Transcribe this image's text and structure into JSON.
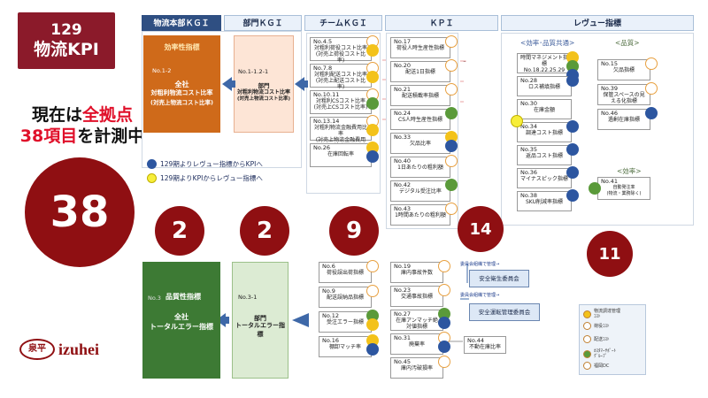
{
  "title": {
    "line1": "129",
    "line2": "物流KPI"
  },
  "status": {
    "line1_prefix": "現在は",
    "line1_red": "全拠点",
    "line2_red": "38項目",
    "line2_suffix": "を計測中"
  },
  "total_count": "38",
  "headers": [
    "物流本部ＫＧＩ",
    "部門ＫＧＩ",
    "チームＫＧＩ",
    "ＫＰＩ",
    "レヴュー指標"
  ],
  "counts": {
    "hq": "2",
    "dept": "2",
    "team": "9",
    "kpi": "14",
    "review": "11"
  },
  "legend": {
    "blue": "129期よりレヴュー指標からKPIへ",
    "yellow": "129期よりKPIからレヴュー指標へ"
  },
  "hq_top": {
    "code": "No.1-2",
    "title": "効率性指標",
    "line1": "全社",
    "line2": "対粗利物流コスト比率",
    "line3": "(対売上物流コスト比率)"
  },
  "dept_top": {
    "code": "No.1-1.2-1",
    "line1": "部門",
    "line2": "対粗利物流コスト比率",
    "line3": "(対売上物流コスト比率)"
  },
  "hq_bottom": {
    "code": "No.3",
    "title": "品質性指標",
    "line1": "全社",
    "line2": "トータルエラー指標"
  },
  "dept_bottom": {
    "code": "No.3-1",
    "line1": "部門",
    "line2": "トータルエラー指標"
  },
  "team_top": [
    {
      "no": "No.4.5",
      "name": "対粗利荷役コスト比率\n(対売上荷役コスト比率)"
    },
    {
      "no": "No.7.8",
      "name": "対粗利配送コスト比率\n(対売上配送コスト比率)"
    },
    {
      "no": "No.10.11",
      "name": "対粗利CSコスト比率\n(対売上CSコスト比率)"
    },
    {
      "no": "No.13.14",
      "name": "対粗利物流金融費用比率\n(対売上物流金融費用比率)"
    },
    {
      "no": "No.26",
      "name": "在庫回転率"
    }
  ],
  "team_bottom": [
    {
      "no": "No.6",
      "name": "荷役誤出荷指標"
    },
    {
      "no": "No.9",
      "name": "配送誤納品指標"
    },
    {
      "no": "No.12",
      "name": "受注エラー指標"
    },
    {
      "no": "No.16",
      "name": "棚卸マッチ率"
    }
  ],
  "kpi_top": [
    {
      "no": "No.17",
      "name": "荷役人時生産性指標"
    },
    {
      "no": "No.20",
      "name": "配送1日指標"
    },
    {
      "no": "No.21",
      "name": "配送積載率指標"
    },
    {
      "no": "No.24",
      "name": "CS人時生産性指標"
    },
    {
      "no": "No.33",
      "name": "欠品比率"
    },
    {
      "no": "No.40",
      "name": "1日あたりの粗利額"
    },
    {
      "no": "No.42",
      "name": "デジタル受注比率"
    },
    {
      "no": "No.43",
      "name": "1時間あたりの粗利額"
    }
  ],
  "kpi_bottom": [
    {
      "no": "No.19",
      "name": "庫内事故件数"
    },
    {
      "no": "No.23",
      "name": "交通事故指標"
    },
    {
      "no": "No.27",
      "name": "在庫アンマッチ絶対値指標"
    },
    {
      "no": "No.31",
      "name": "廃棄率"
    },
    {
      "no": "No.45",
      "name": "庫内汚破損率"
    }
  ],
  "kpi_side": {
    "no": "No.44",
    "name": "不動在庫比率"
  },
  "safety": [
    {
      "label": "安全衛生委員会",
      "note": "委員会組織で管理→"
    },
    {
      "label": "安全運転管理委員会",
      "note": "委員会組織で管理→"
    }
  ],
  "review_groups": {
    "efficiency_quality": "<効率･品質共通>",
    "quality": "<品質>",
    "efficiency": "<効率>"
  },
  "review_left": [
    {
      "no": "",
      "name": "時間マネジメント指標\nNo.18.22.25.29"
    },
    {
      "no": "No.28",
      "name": "ロス補填指標"
    },
    {
      "no": "No.30",
      "name": "在庫金額"
    },
    {
      "no": "No.34",
      "name": "調達コスト指標"
    },
    {
      "no": "No.35",
      "name": "返品コスト指標"
    },
    {
      "no": "No.36",
      "name": "マイナスピック指標"
    },
    {
      "no": "No.38",
      "name": "SKU削減率指標"
    }
  ],
  "review_right": [
    {
      "no": "No.15",
      "name": "欠品指標"
    },
    {
      "no": "No.39",
      "name": "保管スペースの見える化指標"
    },
    {
      "no": "No.46",
      "name": "過剰在庫指標"
    }
  ],
  "review_eff": {
    "no": "No.41",
    "name": "自動発注率\n(物流・業務除く)"
  },
  "owners": [
    {
      "label": "物流調達管理\nｺｽﾄ",
      "color": "#f3c21a"
    },
    {
      "label": "荷役ｺｽﾄ",
      "color": "#ffffff"
    },
    {
      "label": "配送ｺｽﾄ",
      "color": "#ffffff"
    },
    {
      "label": "ｶｽﾀﾏｰｻﾎﾟｰﾄ\nｸﾞﾙｰﾌﾟ",
      "color": "#5a9a3a"
    },
    {
      "label": "福岡DC",
      "color": "#ffffff"
    }
  ],
  "logo": {
    "mark": "泉平",
    "text": "izuhei"
  }
}
